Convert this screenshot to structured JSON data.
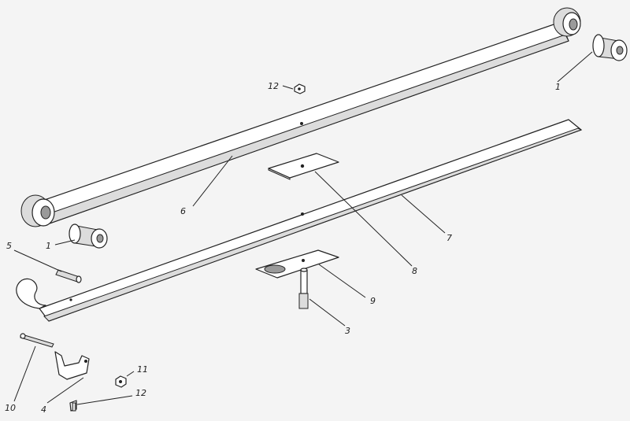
{
  "callouts": {
    "c1_top": "1",
    "c1_left": "1",
    "c3": "3",
    "c4": "4",
    "c5": "5",
    "c6": "6",
    "c7": "7",
    "c8": "8",
    "c9": "9",
    "c10": "10",
    "c11": "11",
    "c12_top": "12",
    "c12_bottom": "12"
  }
}
